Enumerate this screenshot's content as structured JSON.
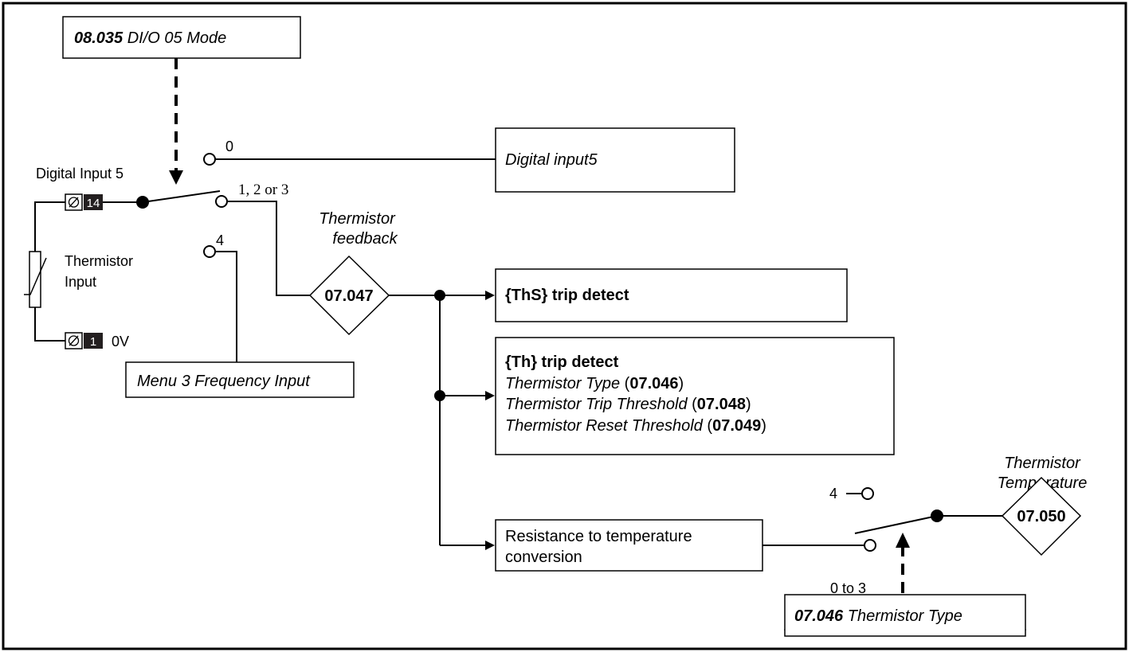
{
  "boxes": {
    "dio_mode": {
      "param": "08.035",
      "label": " DI/O 05 Mode"
    },
    "digital_input5": {
      "label": "Digital input5"
    },
    "menu3_freq": {
      "label": "Menu 3 Frequency Input"
    },
    "ths_trip": {
      "label": "{ThS} trip detect"
    },
    "th_trip": {
      "title": "{Th} trip detect",
      "line1_text": "Thermistor Type",
      "line1_param": "07.046",
      "line2_text": "Thermistor Trip Threshold",
      "line2_param": "07.048",
      "line3_text": "Thermistor Reset Threshold",
      "line3_param": "07.049"
    },
    "res_temp": {
      "line1": "Resistance to temperature",
      "line2": "conversion"
    },
    "therm_type": {
      "param": "07.046",
      "label": " Thermistor Type"
    }
  },
  "labels": {
    "digital_input_5": "Digital Input 5",
    "terminal_14": "14",
    "terminal_1": "1",
    "zero_v": "0V",
    "thermistor_input_line1": "Thermistor",
    "thermistor_input_line2": "Input",
    "switch_pos_0": "0",
    "switch_pos_123": "1, 2 or 3",
    "switch_pos_4": "4",
    "thermistor_feedback_line1": "Thermistor",
    "thermistor_feedback_line2": "feedback",
    "thermistor_temperature_line1": "Thermistor",
    "thermistor_temperature_line2": "Temperature",
    "switch2_pos_4": "4",
    "switch2_pos_0to3": "0 to 3"
  },
  "diamonds": {
    "feedback_param": "07.047",
    "temperature_param": "07.050"
  }
}
